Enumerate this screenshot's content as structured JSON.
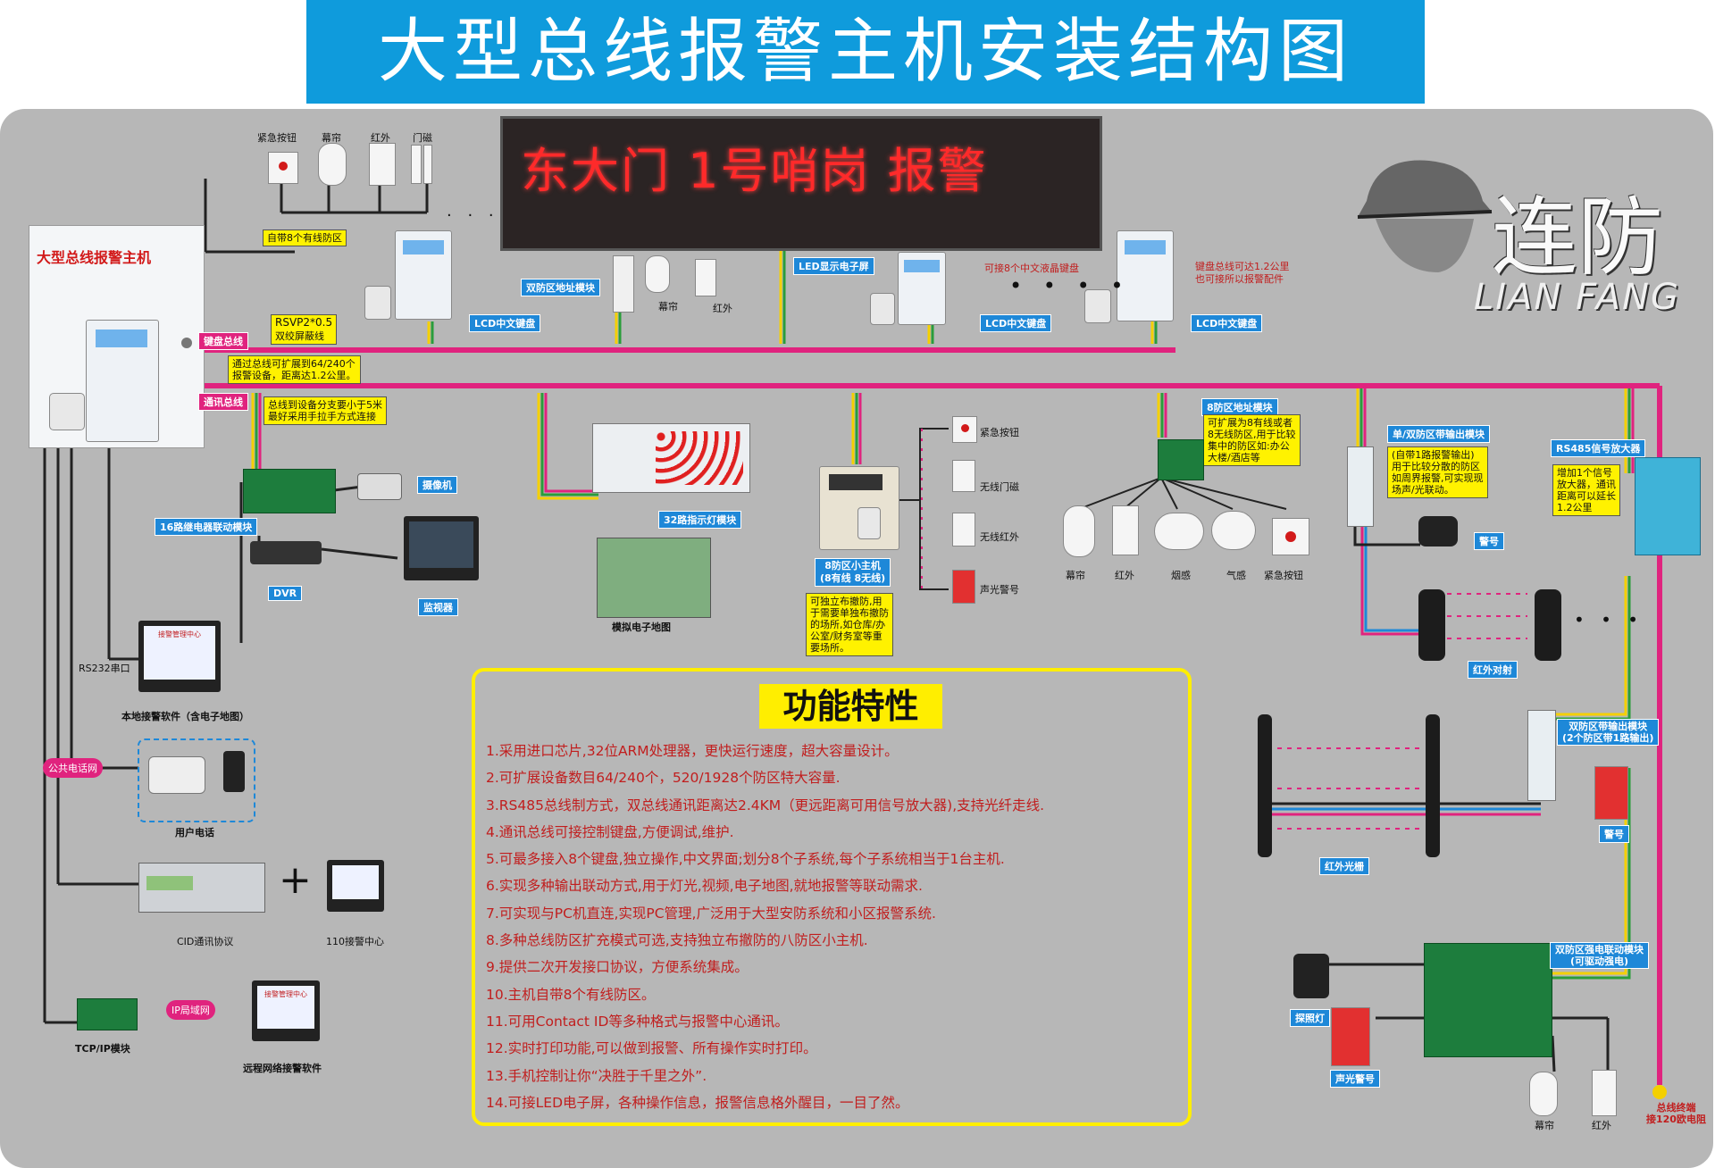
{
  "title": "大型总线报警主机安装结构图",
  "led_display": "东大门 1号哨岗  报警",
  "brand": {
    "cn": "连防",
    "en": "LIAN FANG"
  },
  "host": {
    "label": "大型总线报警主机"
  },
  "buses": {
    "keyboard": "键盘总线",
    "comm": "通讯总线"
  },
  "wired_zones": {
    "devices": [
      "紧急按钮",
      "幕帘",
      "红外",
      "门磁"
    ],
    "note": "自带8个有线防区"
  },
  "cable": {
    "model": "RSVP2*0.5",
    "desc": "双绞屏蔽线"
  },
  "keyboard_note": [
    "通过总线可扩展到64/240个",
    "报警设备，距离达1.2公里。"
  ],
  "bus_note": [
    "总线到设备分支要小于5米",
    "最好采用手拉手方式连接"
  ],
  "lcd_label": "LCD中文键盘",
  "led_label": "LED显示电子屏",
  "dual_zone": {
    "label": "双防区地址模块",
    "devices": [
      "幕帘",
      "红外"
    ]
  },
  "lcd_note": "可接8个中文液晶键盘",
  "bus_distance_note": [
    "键盘总线可达1.2公里",
    "也可接所以报警配件"
  ],
  "relay": {
    "label": "16路继电器联动模块"
  },
  "camera": "摄像机",
  "dvr": "DVR",
  "monitor": "监视器",
  "rs232": "RS232串口",
  "local_software": "本地接警软件（含电子地图）",
  "screen_title": "接警管理中心",
  "public_phone": "公共电话网",
  "user_phone": "用户电话",
  "cid": "CID通讯协议",
  "center110": "110接警中心",
  "ip_net": "IP局域网",
  "tcpip": "TCP/IP模块",
  "remote_software": "远程网络接警软件",
  "indicator": {
    "label": "32路指示灯模块"
  },
  "emap": "模拟电子地图",
  "sub_host": {
    "label1": "8防区小主机",
    "label2": "(8有线 8无线)",
    "devices": [
      "紧急按钮",
      "无线门磁",
      "无线红外",
      "声光警号"
    ],
    "note": [
      "可独立布撤防,用",
      "于需要单独布撤防",
      "的场所,如仓库/办",
      "公室/财务室等重",
      "要场所。"
    ]
  },
  "eight_zone": {
    "label": "8防区地址模块",
    "note": [
      "可扩展为8有线或者",
      "8无线防区,用于比较",
      "集中的防区如:办公",
      "大楼/酒店等"
    ],
    "devices": [
      "幕帘",
      "红外",
      "烟感",
      "气感",
      "紧急按钮"
    ]
  },
  "single_dual": {
    "label": "单/双防区带输出模块",
    "note": [
      "(自带1路报警输出)",
      "用于比较分散的防区",
      "如周界报警,可实现现",
      "场声/光联动。"
    ]
  },
  "siren": "警号",
  "ir_beam": "红外对射",
  "rs485": {
    "label": "RS485信号放大器",
    "note": [
      "增加1个信号",
      "放大器，通讯",
      "距离可以延长",
      "1.2公里"
    ]
  },
  "dual_output": {
    "label1": "双防区带输出模块",
    "label2": "(2个防区带1路输出)"
  },
  "ir_grating": "红外光栅",
  "strong_power": {
    "label1": "双防区强电联动模块",
    "label2": "(可驱动强电)"
  },
  "floodlight": "探照灯",
  "strobe_siren": "声光警号",
  "bottom_devices": [
    "幕帘",
    "红外"
  ],
  "terminator": [
    "总线终端",
    "接120欧电阻"
  ],
  "features": {
    "title": "功能特性",
    "items": [
      "1.采用进口芯片,32位ARM处理器，更快运行速度，超大容量设计。",
      "2.可扩展设备数目64/240个，520/1928个防区特大容量.",
      "3.RS485总线制方式，双总线通讯距离达2.4KM（更远距离可用信号放大器),支持光纤走线.",
      "4.通讯总线可接控制键盘,方便调试,维护.",
      "5.可最多接入8个键盘,独立操作,中文界面;划分8个子系统,每个子系统相当于1台主机.",
      "6.实现多种输出联动方式,用于灯光,视频,电子地图,就地报警等联动需求.",
      "7.可实现与PC机直连,实现PC管理,广泛用于大型安防系统和小区报警系统.",
      "8.多种总线防区扩充模式可选,支持独立布撤防的八防区小主机.",
      "9.提供二次开发接口协议，方便系统集成。",
      "10.主机自带8个有线防区。",
      "11.可用Contact ID等多种格式与报警中心通讯。",
      "12.实时打印功能,可以做到报警、所有操作实时打印。",
      "13.手机控制让你“决胜于千里之外”.",
      "14.可接LED电子屏，各种操作信息，报警信息格外醒目，一目了然。"
    ]
  },
  "colors": {
    "bus": "#e0237e",
    "title_bg": "#0f9bdc",
    "label_bg": "#1e88d8",
    "note_bg": "#fff200",
    "led_text": "#ff2a2a"
  }
}
